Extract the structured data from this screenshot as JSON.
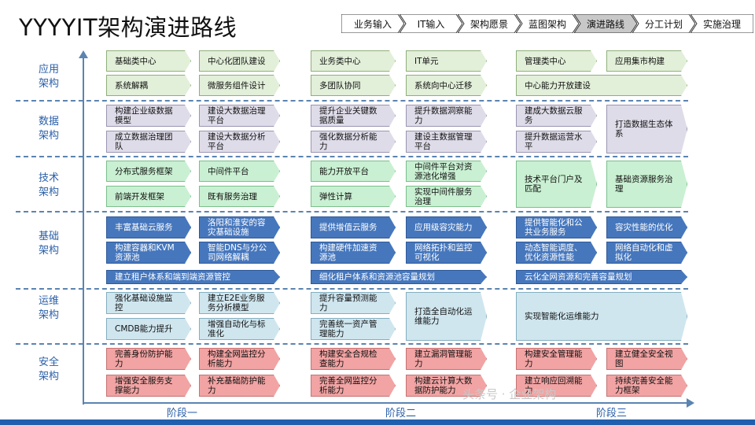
{
  "title": "YYYYIT架构演进路线",
  "nav": {
    "steps": [
      "业务输入",
      "IT输入",
      "架构愿景",
      "蓝图架构",
      "演进路线",
      "分工计划",
      "实施治理"
    ],
    "active_index": 4
  },
  "rows": {
    "app": "应用\n架构",
    "data": "数据\n架构",
    "tech": "技术\n架构",
    "infra": "基础\n架构",
    "ops": "运维\n架构",
    "sec": "安全\n架构"
  },
  "boxes": {
    "app": {
      "a1": "基础类中心",
      "a2": "中心化团队建设",
      "a3": "业务类中心",
      "a4": "IT单元",
      "a5": "管理类中心",
      "a6": "应用集市构建",
      "b1": "系统解耦",
      "b2": "微服务组件设计",
      "b3": "多团队协同",
      "b4": "系统向中心迁移",
      "b5": "中心能力开放建设"
    },
    "data": {
      "a1": "构建企业级数据模型",
      "a2": "建设大数据治理平台",
      "a3": "提升企业关键数据质量",
      "a4": "提升数据洞察能力",
      "a5": "建成大数据云服务",
      "big": "打造数据生态体系",
      "b1": "成立数据治理团队",
      "b2": "建设大数据分析平台",
      "b3": "强化数据分析能力",
      "b4": "建设主数据管理平台",
      "b5": "提升数据运营水平"
    },
    "tech": {
      "a1": "分布式服务框架",
      "a2": "中间件平台",
      "a3": "能力开放平台",
      "a4": "中间件平台对资源池化增强",
      "big1": "技术平台门户及匹配",
      "big2": "基础资源服务治理",
      "b1": "前端开发框架",
      "b2": "既有服务治理",
      "b3": "弹性计算",
      "b4": "实现中间件服务治理"
    },
    "infra": {
      "a1": "丰富基础云服务",
      "a2": "洛阳和淮安的容灾基础设施",
      "a3": "提供增值云服务",
      "a4": "应用级容灾能力",
      "a5": "提供智能化和公共业务服务",
      "a6": "容灾性能的优化",
      "b1": "构建容器和KVM资源池",
      "b2": "智能DNS与分公司网络解耦",
      "b3": "构建硬件加速资源池",
      "b4": "网络拓扑和监控可视化",
      "b5": "动态智能调度、优化资源性能",
      "b6": "网络自动化和虚拟化",
      "w1": "建立租户体系和端到端资源管控",
      "w2": "细化租户体系和资源池容量规划",
      "w3": "云化全网资源和完善容量规划"
    },
    "ops": {
      "a1": "强化基础设施监控",
      "a2": "建立E2E业务服务分析模型",
      "a3": "提升容量预测能力",
      "big": "打造全自动化运维能力",
      "wide": "实现智能化运维能力",
      "b1": "CMDB能力提升",
      "b2": "增强自动化与标准化",
      "b3": "完善统一资产管理能力"
    },
    "sec": {
      "a1": "完善身份防护能力",
      "a2": "构建全网监控分析能力",
      "a3": "构建安全合规检查能力",
      "a4": "建立漏洞管理能力",
      "a5": "构建安全管理能力",
      "a6": "建立健全安全视图",
      "b1": "增强安全服务支撑能力",
      "b2": "补充基础防护能力",
      "b3": "完善全网监控分析能力",
      "b4": "构建云计算大数据防护能力",
      "b5": "建立响应回溯能力",
      "b6": "持续完善安全能力框架"
    }
  },
  "phases": [
    "阶段一",
    "阶段二",
    "阶段三"
  ],
  "watermark": "头条号 · 企业架构",
  "colors": {
    "app": "#e2efd9",
    "data": "#dfdce9",
    "tech": "#c9f0d2",
    "infra": "#4677bd",
    "ops": "#cfe6ef",
    "sec": "#f2a3a3",
    "accent": "#2a5fa8",
    "nav_active": "#c8c8c8"
  }
}
